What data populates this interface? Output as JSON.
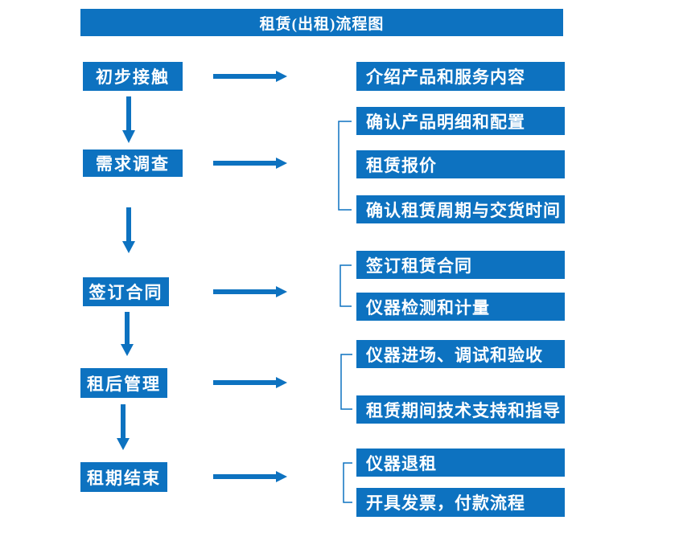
{
  "title": "租赁(出租)流程图",
  "colors": {
    "accent": "#0d72c0"
  },
  "flow": [
    {
      "step": "初步接触",
      "details": [
        "介绍产品和服务内容"
      ]
    },
    {
      "step": "需求调查",
      "details": [
        "确认产品明细和配置",
        "租赁报价",
        "确认租赁周期与交货时间"
      ]
    },
    {
      "step": "签订合同",
      "details": [
        "签订租赁合同",
        "仪器检测和计量"
      ]
    },
    {
      "step": "租后管理",
      "details": [
        "仪器进场、调试和验收",
        "租赁期间技术支持和指导"
      ]
    },
    {
      "step": "租期结束",
      "details": [
        "仪器退租",
        "开具发票，付款流程"
      ]
    }
  ]
}
